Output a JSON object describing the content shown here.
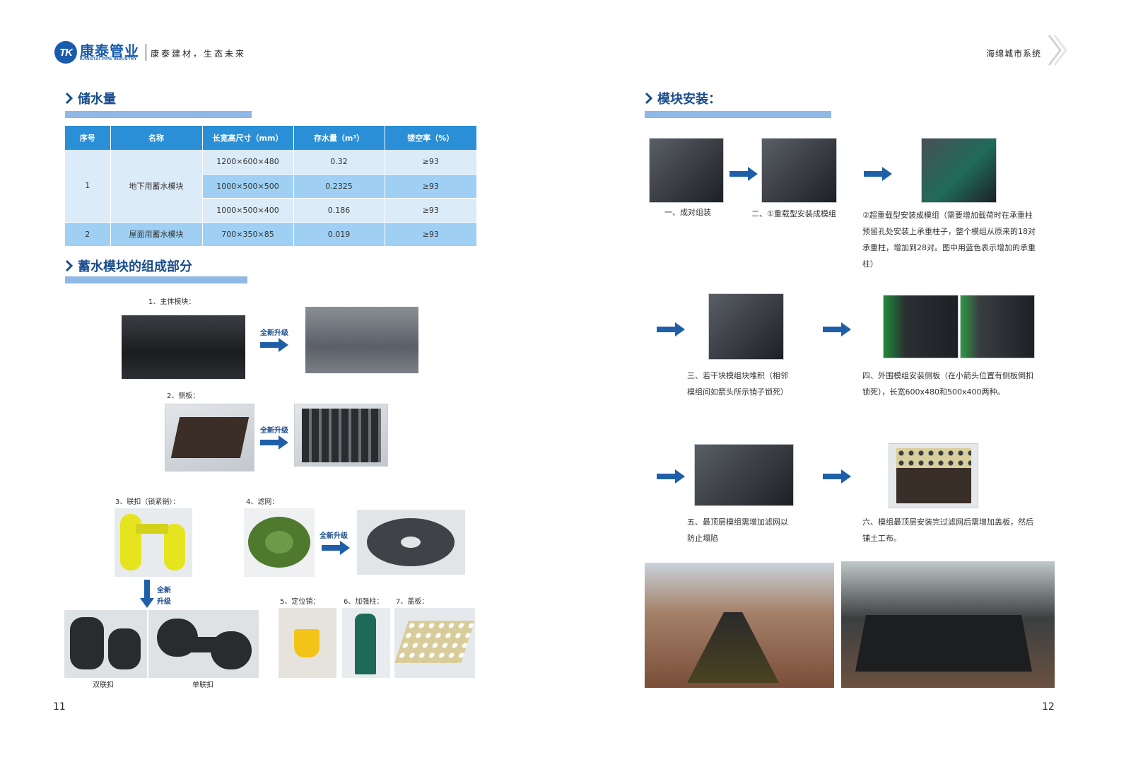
{
  "header": {
    "logo_mark": "TK",
    "logo_name": "康泰管业",
    "logo_en": "KANGTAI PIPE INDUSTRY",
    "slogan": "康泰建材，生态未来",
    "right_title": "海绵城市系统"
  },
  "left": {
    "storage": {
      "title": "储水量",
      "table": {
        "headers": [
          "序号",
          "名称",
          "长宽高尺寸（mm）",
          "存水量（m³）",
          "镂空率（%）"
        ],
        "group1": {
          "no": "1",
          "name": "地下用蓄水模块",
          "rows": [
            {
              "size": "1200×600×480",
              "volume": "0.32",
              "rate": "≥93"
            },
            {
              "size": "1000×500×500",
              "volume": "0.2325",
              "rate": "≥93"
            },
            {
              "size": "1000×500×400",
              "volume": "0.186",
              "rate": "≥93"
            }
          ]
        },
        "group2": {
          "no": "2",
          "name": "屋面用蓄水模块",
          "size": "700×350×85",
          "volume": "0.019",
          "rate": "≥93"
        }
      }
    },
    "components": {
      "title": "蓄水模块的组成部分",
      "main_module": "1、主体模块：",
      "side_panel": "2、侧板：",
      "connector": "3、联扣（锁紧销）：",
      "filter": "4、滤网：",
      "locating_pin": "5、定位销：",
      "reinforce_column": "6、加强柱：",
      "cover": "7、盖板：",
      "upgrade": "全新升级",
      "upgrade_line1": "全新",
      "upgrade_line2": "升级",
      "double_connector": "双联扣",
      "single_connector": "单联扣"
    },
    "page_number": "11"
  },
  "right": {
    "install": {
      "title": "模块安装：",
      "step1": "一、成对组装",
      "step2": "二、①重载型安装成模组",
      "step2b_l1": "②超重载型安装成模组（需要增加载荷时在承重柱",
      "step2b_l2": "预留孔处安装上承重柱子，整个模组从原来的18对",
      "step2b_l3": "承重柱，增加到28对。图中用蓝色表示增加的承重",
      "step2b_l4": "柱）",
      "step3_l1": "三、若干块模组块堆积（相邻",
      "step3_l2": "模组间如箭头所示销子锁死）",
      "step4_l1": "四、外围模组安装侧板（在小箭头位置有侧板倒扣",
      "step4_l2": "锁死），长宽600x480和500x400两种。",
      "step5_l1": "五、最顶层模组需增加滤网以",
      "step5_l2": "防止塌陷",
      "step6_l1": "六、模组最顶层安装完过滤网后需增加盖板，然后",
      "step6_l2": "铺土工布。"
    },
    "page_number": "12"
  },
  "colors": {
    "brand_blue": "#1a5bab",
    "table_header": "#2a8fd6",
    "row_light": "#dcebf8",
    "row_highlight": "#9fd0f4",
    "title_bar": "#8fb8e6"
  }
}
